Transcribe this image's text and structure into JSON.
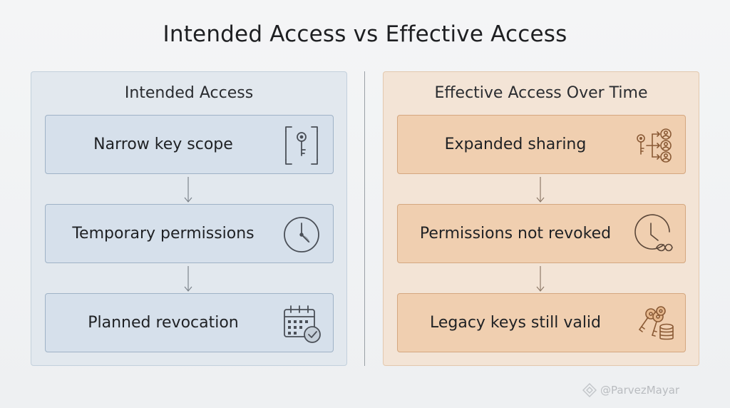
{
  "title": "Intended Access vs Effective Access",
  "left_panel": {
    "title": "Intended Access",
    "cards": [
      {
        "label": "Narrow key scope",
        "icon": "key-in-frame-icon"
      },
      {
        "label": "Temporary permissions",
        "icon": "clock-icon"
      },
      {
        "label": "Planned revocation",
        "icon": "calendar-check-icon"
      }
    ]
  },
  "right_panel": {
    "title": "Effective Access Over Time",
    "cards": [
      {
        "label": "Expanded sharing",
        "icon": "key-sharing-users-icon"
      },
      {
        "label": "Permissions not revoked",
        "icon": "clock-infinity-icon"
      },
      {
        "label": "Legacy keys still valid",
        "icon": "keys-database-icon"
      }
    ]
  },
  "watermark": "@ParvezMayar",
  "colors": {
    "left_panel_bg": "#e2e8ee",
    "left_card_bg": "#d6e0eb",
    "right_panel_bg": "#f3e4d6",
    "right_card_bg": "#f0cfb0",
    "left_icon_stroke": "#4a4f57",
    "right_icon_stroke": "#8a5a35"
  }
}
